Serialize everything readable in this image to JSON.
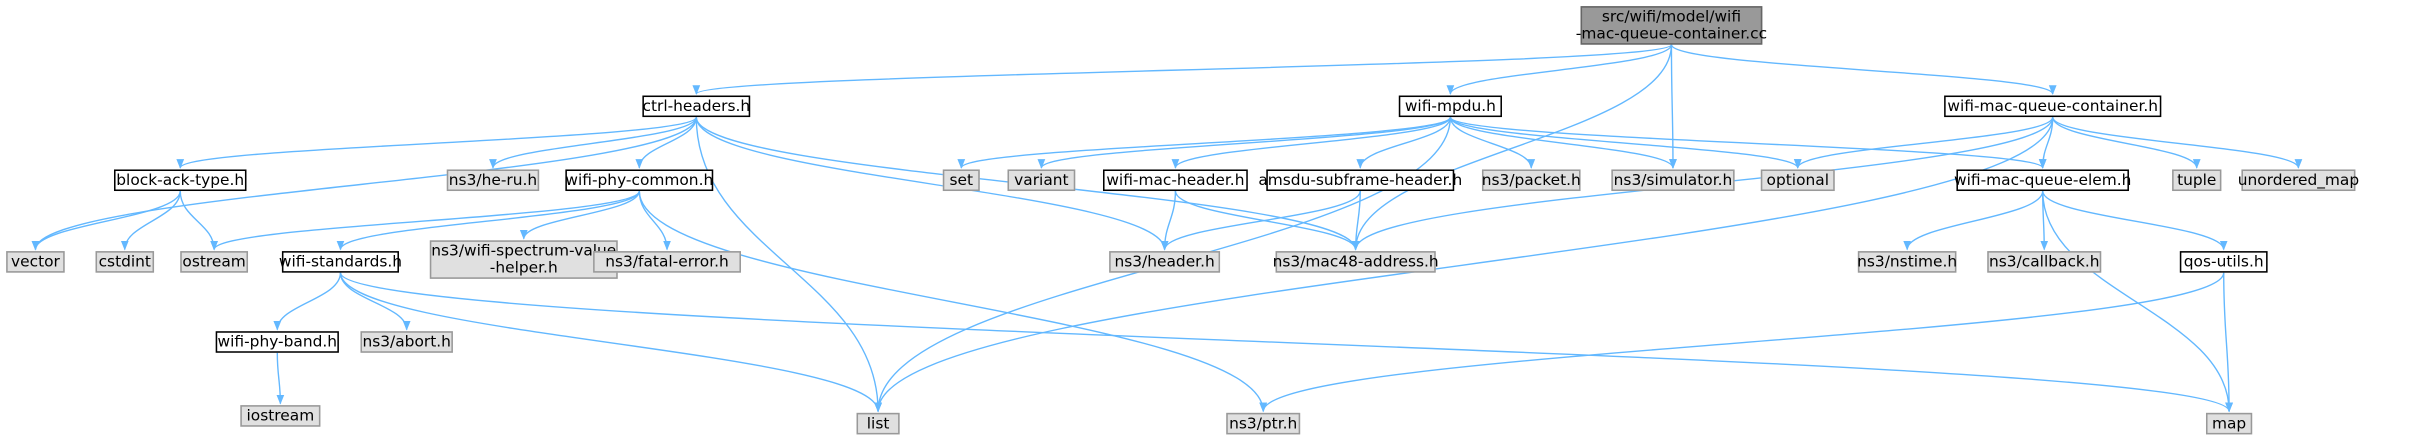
{
  "colors": {
    "edge": "#63b8ff",
    "root_fill": "#999999",
    "node_fill": "#ffffff",
    "external_fill": "#e0e0e0"
  },
  "nodes": [
    {
      "id": "root",
      "kind": "root",
      "lines": [
        "src/wifi/model/wifi",
        "-mac-queue-container.cc"
      ]
    },
    {
      "id": "ctrl_headers",
      "kind": "file",
      "lines": [
        "ctrl-headers.h"
      ]
    },
    {
      "id": "wifi_mpdu",
      "kind": "file",
      "lines": [
        "wifi-mpdu.h"
      ]
    },
    {
      "id": "wmqc",
      "kind": "file",
      "lines": [
        "wifi-mac-queue-container.h"
      ]
    },
    {
      "id": "block_ack",
      "kind": "file",
      "lines": [
        "block-ack-type.h"
      ]
    },
    {
      "id": "he_ru",
      "kind": "external",
      "lines": [
        "ns3/he-ru.h"
      ]
    },
    {
      "id": "phy_common",
      "kind": "file",
      "lines": [
        "wifi-phy-common.h"
      ]
    },
    {
      "id": "set",
      "kind": "external",
      "lines": [
        "set"
      ]
    },
    {
      "id": "variant",
      "kind": "external",
      "lines": [
        "variant"
      ]
    },
    {
      "id": "mac_header",
      "kind": "file",
      "lines": [
        "wifi-mac-header.h"
      ]
    },
    {
      "id": "amsdu",
      "kind": "file",
      "lines": [
        "amsdu-subframe-header.h"
      ]
    },
    {
      "id": "packet",
      "kind": "external",
      "lines": [
        "ns3/packet.h"
      ]
    },
    {
      "id": "simulator",
      "kind": "external",
      "lines": [
        "ns3/simulator.h"
      ]
    },
    {
      "id": "optional",
      "kind": "external",
      "lines": [
        "optional"
      ]
    },
    {
      "id": "queue_elem",
      "kind": "file",
      "lines": [
        "wifi-mac-queue-elem.h"
      ]
    },
    {
      "id": "tuple",
      "kind": "external",
      "lines": [
        "tuple"
      ]
    },
    {
      "id": "unordered_map",
      "kind": "external",
      "lines": [
        "unordered_map"
      ]
    },
    {
      "id": "vector",
      "kind": "external",
      "lines": [
        "vector"
      ]
    },
    {
      "id": "cstdint",
      "kind": "external",
      "lines": [
        "cstdint"
      ]
    },
    {
      "id": "ostream",
      "kind": "external",
      "lines": [
        "ostream"
      ]
    },
    {
      "id": "standards",
      "kind": "file",
      "lines": [
        "wifi-standards.h"
      ]
    },
    {
      "id": "spectrum",
      "kind": "external",
      "lines": [
        "ns3/wifi-spectrum-value",
        "-helper.h"
      ]
    },
    {
      "id": "fatal",
      "kind": "external",
      "lines": [
        "ns3/fatal-error.h"
      ]
    },
    {
      "id": "header",
      "kind": "external",
      "lines": [
        "ns3/header.h"
      ]
    },
    {
      "id": "mac48",
      "kind": "external",
      "lines": [
        "ns3/mac48-address.h"
      ]
    },
    {
      "id": "nstime",
      "kind": "external",
      "lines": [
        "ns3/nstime.h"
      ]
    },
    {
      "id": "callback",
      "kind": "external",
      "lines": [
        "ns3/callback.h"
      ]
    },
    {
      "id": "qos_utils",
      "kind": "file",
      "lines": [
        "qos-utils.h"
      ]
    },
    {
      "id": "phy_band",
      "kind": "file",
      "lines": [
        "wifi-phy-band.h"
      ]
    },
    {
      "id": "abort",
      "kind": "external",
      "lines": [
        "ns3/abort.h"
      ]
    },
    {
      "id": "list",
      "kind": "external",
      "lines": [
        "list"
      ]
    },
    {
      "id": "ptr",
      "kind": "external",
      "lines": [
        "ns3/ptr.h"
      ]
    },
    {
      "id": "map",
      "kind": "external",
      "lines": [
        "map"
      ]
    },
    {
      "id": "iostream",
      "kind": "external",
      "lines": [
        "iostream"
      ]
    }
  ],
  "edges": [
    [
      "root",
      "ctrl_headers"
    ],
    [
      "root",
      "wifi_mpdu"
    ],
    [
      "root",
      "simulator"
    ],
    [
      "root",
      "mac48"
    ],
    [
      "root",
      "wmqc"
    ],
    [
      "ctrl_headers",
      "vector"
    ],
    [
      "ctrl_headers",
      "block_ack"
    ],
    [
      "ctrl_headers",
      "he_ru"
    ],
    [
      "ctrl_headers",
      "phy_common"
    ],
    [
      "ctrl_headers",
      "list"
    ],
    [
      "ctrl_headers",
      "header"
    ],
    [
      "ctrl_headers",
      "mac48"
    ],
    [
      "block_ack",
      "vector"
    ],
    [
      "block_ack",
      "cstdint"
    ],
    [
      "block_ack",
      "ostream"
    ],
    [
      "phy_common",
      "ostream"
    ],
    [
      "phy_common",
      "standards"
    ],
    [
      "phy_common",
      "spectrum"
    ],
    [
      "phy_common",
      "fatal"
    ],
    [
      "phy_common",
      "ptr"
    ],
    [
      "standards",
      "phy_band"
    ],
    [
      "standards",
      "abort"
    ],
    [
      "standards",
      "list"
    ],
    [
      "standards",
      "map"
    ],
    [
      "phy_band",
      "iostream"
    ],
    [
      "wifi_mpdu",
      "list"
    ],
    [
      "wifi_mpdu",
      "set"
    ],
    [
      "wifi_mpdu",
      "variant"
    ],
    [
      "wifi_mpdu",
      "mac_header"
    ],
    [
      "wifi_mpdu",
      "amsdu"
    ],
    [
      "wifi_mpdu",
      "packet"
    ],
    [
      "wifi_mpdu",
      "simulator"
    ],
    [
      "wifi_mpdu",
      "optional"
    ],
    [
      "wifi_mpdu",
      "queue_elem"
    ],
    [
      "mac_header",
      "header"
    ],
    [
      "mac_header",
      "mac48"
    ],
    [
      "amsdu",
      "header"
    ],
    [
      "amsdu",
      "mac48"
    ],
    [
      "wmqc",
      "optional"
    ],
    [
      "wmqc",
      "mac48"
    ],
    [
      "wmqc",
      "queue_elem"
    ],
    [
      "wmqc",
      "tuple"
    ],
    [
      "wmqc",
      "unordered_map"
    ],
    [
      "wmqc",
      "list"
    ],
    [
      "queue_elem",
      "nstime"
    ],
    [
      "queue_elem",
      "callback"
    ],
    [
      "queue_elem",
      "qos_utils"
    ],
    [
      "queue_elem",
      "map"
    ],
    [
      "qos_utils",
      "map"
    ],
    [
      "qos_utils",
      "ptr"
    ]
  ]
}
